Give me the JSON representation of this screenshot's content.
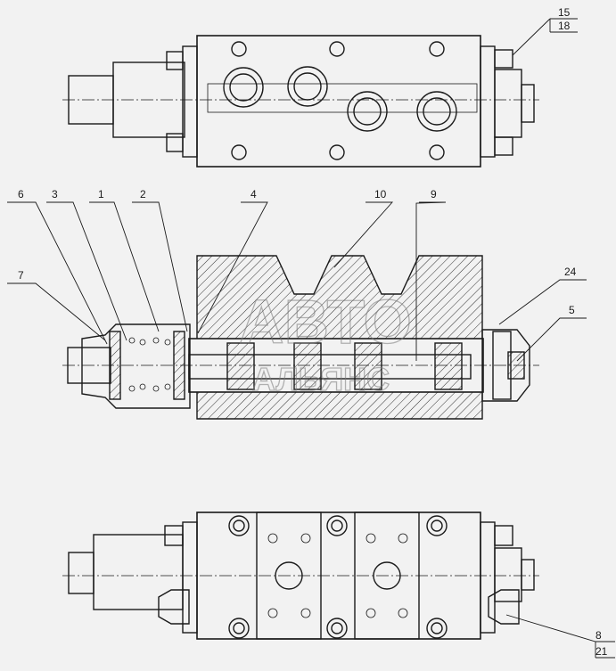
{
  "labels": {
    "l1": "1",
    "l2": "2",
    "l3": "3",
    "l4": "4",
    "l5": "5",
    "l6": "6",
    "l7": "7",
    "l8": "8",
    "l9": "9",
    "l10": "10",
    "l15": "15",
    "l18": "18",
    "l21": "21",
    "l24": "24"
  },
  "watermark": {
    "top": "АВТО",
    "bottom": "АЛЬЯНС"
  },
  "colors": {
    "line": "#1a1a1a",
    "background": "#f2f2f2",
    "watermark": "#7a7a7a"
  }
}
